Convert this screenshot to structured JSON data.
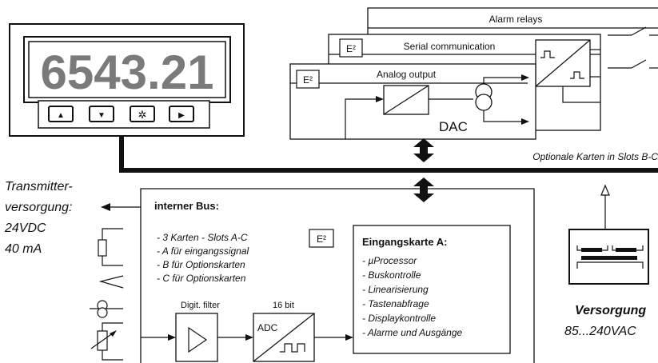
{
  "meter": {
    "display_value": "6543.21",
    "keys": [
      {
        "name": "up",
        "glyph": "▲"
      },
      {
        "name": "down",
        "glyph": "▼"
      },
      {
        "name": "enter",
        "glyph": "✲"
      },
      {
        "name": "right",
        "glyph": "▶"
      }
    ]
  },
  "cards": {
    "alarm_relays": "Alarm relays",
    "serial_communication": "Serial communication",
    "analog_output": "Analog output",
    "dac": "DAC",
    "eeprom_chip": "E²"
  },
  "bus_note": "Optionale Karten in Slots B-C",
  "transmitter": {
    "lines": [
      "Transmitter-",
      "versorgung:",
      "24VDC",
      "40 mA"
    ]
  },
  "internal_bus": {
    "title": "interner Bus:",
    "items": [
      "- 3 Karten - Slots A-C",
      "- A für eingangssignal",
      "- B für Optionskarten",
      "- C für Optionskarten"
    ]
  },
  "input_card": {
    "title": "Eingangskarte A:",
    "items": [
      "- µProcessor",
      "- Buskontrolle",
      "- Linearisierung",
      "- Tastenabfrage",
      "- Displaykontrolle",
      "- Alarme und Ausgänge"
    ]
  },
  "signal_chain": {
    "filter_label": "Digit. filter",
    "resolution_label": "16 bit",
    "adc_label": "ADC"
  },
  "supply": {
    "lines": [
      "Versorgung",
      "85...240VAC"
    ]
  }
}
